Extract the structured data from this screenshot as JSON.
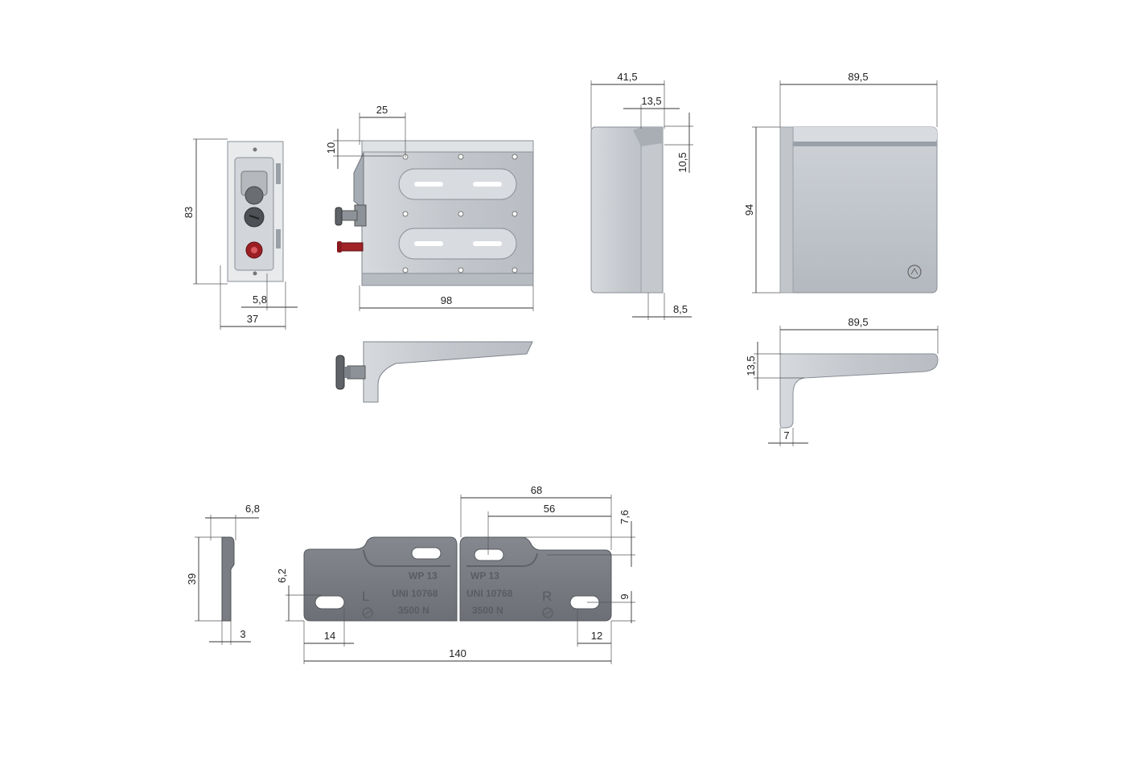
{
  "colors": {
    "metal": "#c9cdd2",
    "metal_dark": "#9aa0a7",
    "plate": "#7a7d83",
    "plate_stamp": "#5a5c61",
    "red": "#b3242a",
    "dimension_line": "#333333"
  },
  "views": {
    "front": {
      "height": "83",
      "width": "37",
      "offset": "5,8"
    },
    "side": {
      "top": "25",
      "hole_offset": "10",
      "width": "98"
    },
    "cover_front": {
      "width": "41,5",
      "rib": "13,5",
      "rib_depth": "10,5",
      "edge": "8,5"
    },
    "cover_side": {
      "width": "89,5",
      "height": "94"
    },
    "cover_top": {
      "width": "89,5",
      "thickness": "13,5",
      "wall": "7"
    },
    "plate_edge": {
      "thickness": "6,8",
      "height": "39",
      "base": "3"
    },
    "plate": {
      "total": "140",
      "span_68": "68",
      "span_56": "56",
      "top_offset": "7,6",
      "left_hole": "6,2",
      "right_hole": "9",
      "left_edge": "14",
      "right_edge": "12",
      "left_side_letter": "L",
      "right_side_letter": "R",
      "left_stamp": [
        "WP  13",
        "UNI  10768",
        "3500  N"
      ],
      "right_stamp": [
        "WP  13",
        "UNI  10768",
        "3500  N"
      ]
    }
  }
}
